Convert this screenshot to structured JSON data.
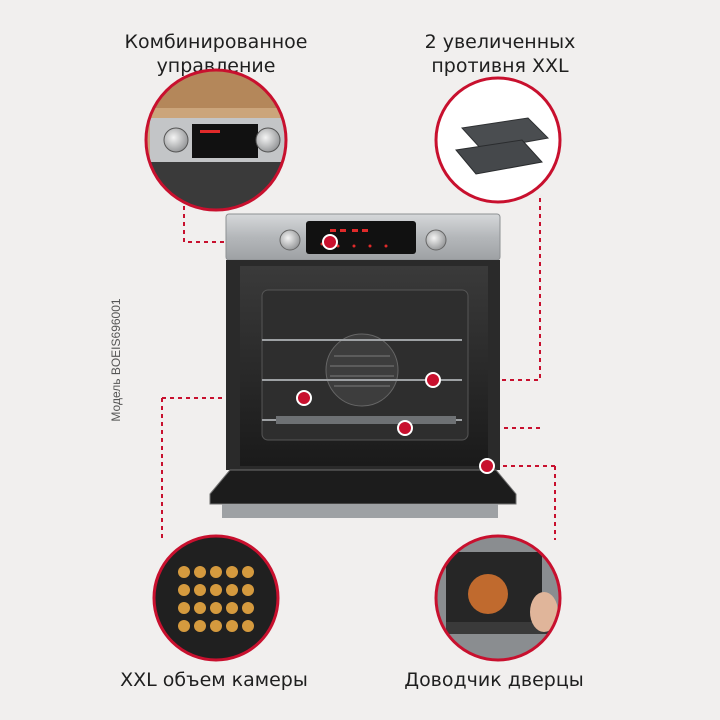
{
  "callouts": {
    "controls": {
      "line1": "Комбинированное",
      "line2": "управление"
    },
    "trays": {
      "line1": "2 увеличенных",
      "line2": "противня XXL"
    },
    "volume": {
      "label": "XXL объем камеры"
    },
    "door": {
      "label": "Доводчик дверцы"
    }
  },
  "model": "Модель BOEIS696001",
  "colors": {
    "accent": "#c8102e",
    "background": "#f1efee",
    "steel": "#b9bcbf",
    "cavity": "#1b1b1b"
  }
}
